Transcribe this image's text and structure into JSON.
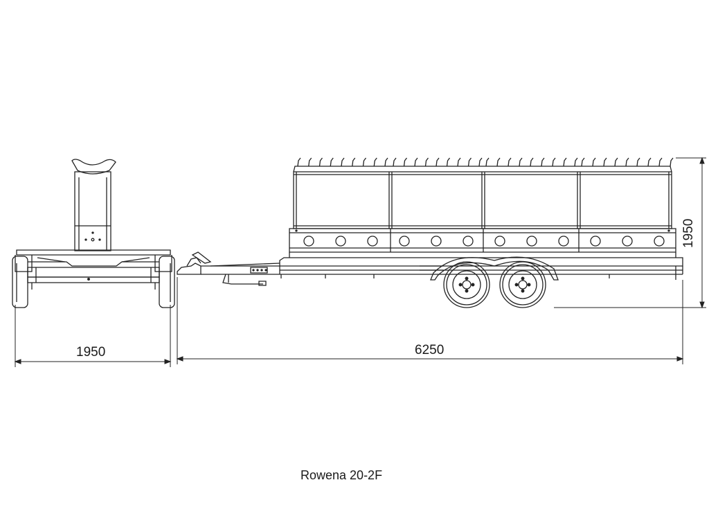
{
  "dimensions": {
    "front_width": "1950",
    "overall_length": "6250",
    "overall_height": "1950"
  },
  "caption": "Rowena 20-2F",
  "colors": {
    "line": "#222222",
    "background": "#ffffff"
  }
}
